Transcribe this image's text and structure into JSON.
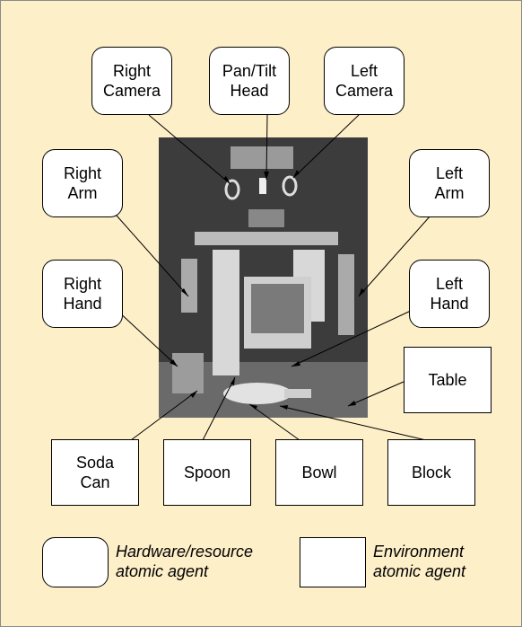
{
  "hardware_labels": {
    "right_camera": "Right\nCamera",
    "pan_tilt_head": "Pan/Tilt\nHead",
    "left_camera": "Left\nCamera",
    "right_arm": "Right\nArm",
    "left_arm": "Left\nArm",
    "right_hand": "Right\nHand",
    "left_hand": "Left\nHand"
  },
  "environment_labels": {
    "table": "Table",
    "soda_can": "Soda\nCan",
    "spoon": "Spoon",
    "bowl": "Bowl",
    "block": "Block"
  },
  "legend": {
    "hardware": "Hardware/resource\natomic agent",
    "environment": "Environment\natomic agent"
  },
  "colors": {
    "background": "#fdefc8",
    "box_fill": "#ffffff",
    "line": "#000000"
  }
}
